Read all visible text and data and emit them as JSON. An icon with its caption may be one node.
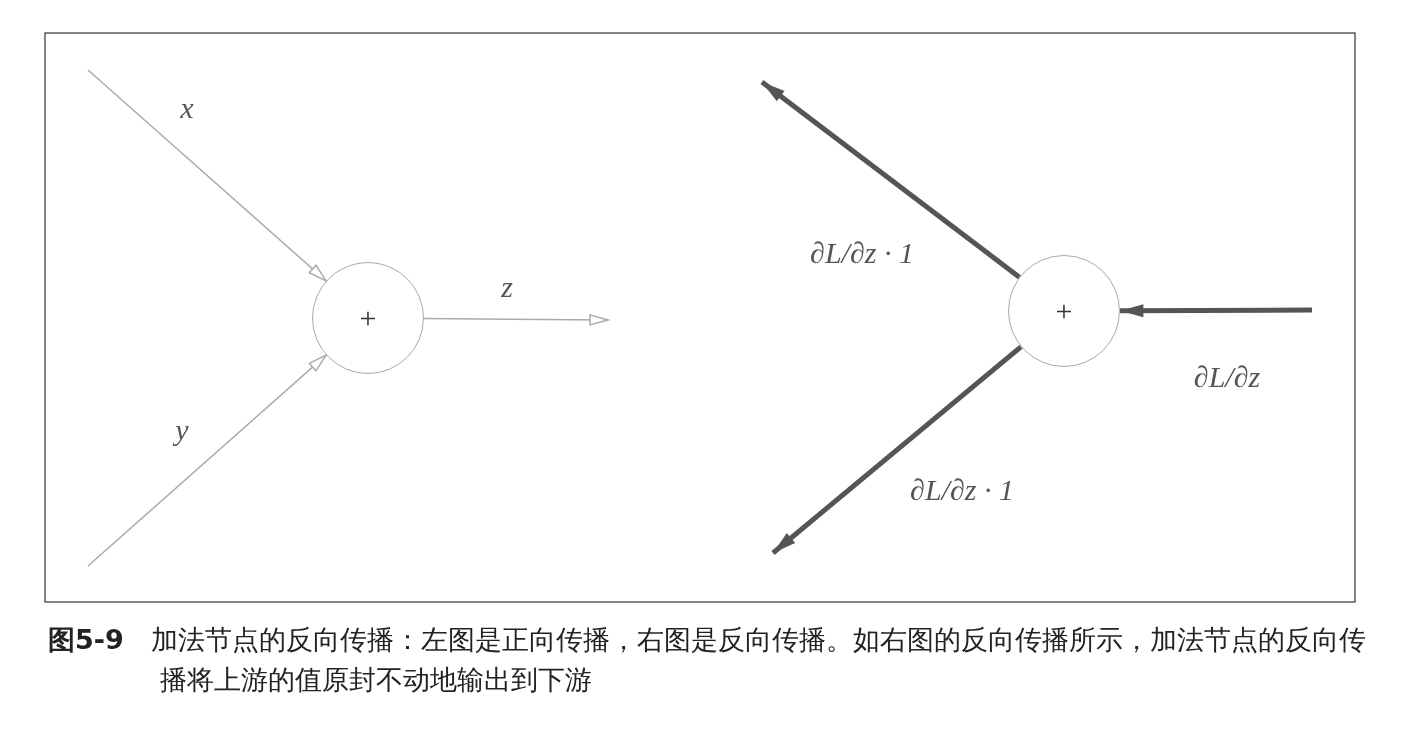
{
  "diagram": {
    "caption": "**图5-9**　加法节点的反向传播：左图是正向传播，右图是反向传播。如右图的反向传播所示，加法节点的反向传播将上游的值原封不动地输出到下游",
    "nodes": [
      {
        "text": [
          "+"
        ]
      },
      {
        "text": [
          "+"
        ]
      }
    ],
    "edges": [
      {
        "from": null,
        "to": 0,
        "arrow": "to",
        "label": "x"
      },
      {
        "from": null,
        "to": 0,
        "arrow": "to",
        "label": "y"
      },
      {
        "from": 0,
        "to": null,
        "arrow": "to",
        "label": "z"
      },
      {
        "from": null,
        "to": 1,
        "arrow": "to",
        "label": "∂L/∂z",
        "style": "thick",
        "color": "#555555"
      },
      {
        "from": 1,
        "to": null,
        "arrow": "to",
        "label": "∂L/∂z · 1",
        "style": "thick",
        "color": "#555555"
      },
      {
        "from": 1,
        "to": null,
        "arrow": "to",
        "label": "∂L/∂z · 1",
        "style": "thick",
        "color": "#555555"
      }
    ]
  }
}
